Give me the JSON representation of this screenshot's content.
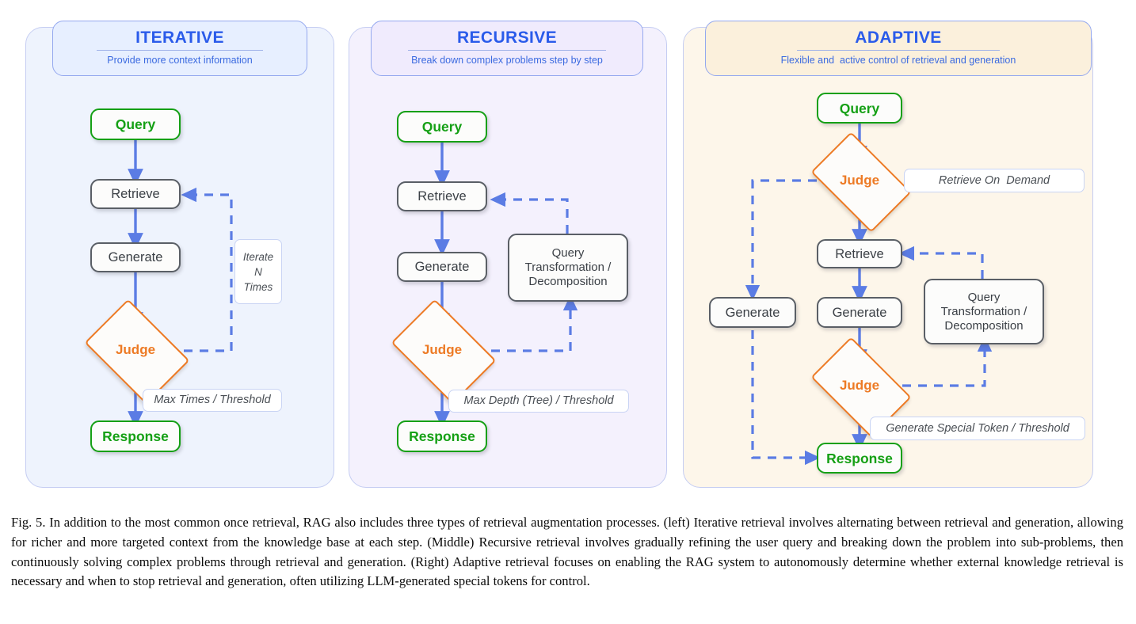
{
  "figure": {
    "caption_label": "Fig. 5.",
    "caption_text": "  In addition to the most common once retrieval, RAG also includes three types of retrieval augmentation processes. (left) Iterative retrieval involves alternating between retrieval and generation, allowing for richer and more targeted context from the knowledge base at each step. (Middle) Recursive retrieval involves gradually refining the user query and breaking down the problem into sub-problems, then continuously solving complex problems through retrieval and generation. (Right) Adaptive retrieval focuses on enabling the RAG system to autonomously determine whether external knowledge retrieval is necessary and when to stop retrieval and generation, often utilizing LLM-generated special tokens for control."
  },
  "colors": {
    "title_blue": "#2a5bea",
    "node_green": "#15a015",
    "judge_orange": "#ed7a24",
    "arrow_blue": "#5b7ce4",
    "node_gray": "#5a5f66",
    "panel_iterative_bg": "#eef3fd",
    "panel_recursive_bg": "#f4f1fd",
    "panel_adaptive_bg": "#fdf6ea"
  },
  "panels": [
    {
      "id": "iterative",
      "title": "ITERATIVE",
      "subtitle": "Provide more context information",
      "nodes": {
        "query": "Query",
        "retrieve": "Retrieve",
        "generate": "Generate",
        "judge": "Judge",
        "response": "Response"
      },
      "annotations": {
        "loop_line1": "Iterate",
        "loop_line2": "N",
        "loop_line3": "Times",
        "exit": "Max Times / Threshold"
      }
    },
    {
      "id": "recursive",
      "title": "RECURSIVE",
      "subtitle": "Break down complex problems step by step",
      "nodes": {
        "query": "Query",
        "retrieve": "Retrieve",
        "generate": "Generate",
        "judge": "Judge",
        "response": "Response",
        "transform_line1": "Query",
        "transform_line2": "Transformation /",
        "transform_line3": "Decomposition"
      },
      "annotations": {
        "exit": "Max Depth (Tree) / Threshold"
      }
    },
    {
      "id": "adaptive",
      "title": "ADAPTIVE",
      "subtitle": "Flexible and  active control of retrieval and generation",
      "nodes": {
        "query": "Query",
        "judge_top": "Judge",
        "retrieve": "Retrieve",
        "generate_left": "Generate",
        "generate_center": "Generate",
        "judge_bottom": "Judge",
        "response": "Response",
        "transform_line1": "Query",
        "transform_line2": "Transformation /",
        "transform_line3": "Decomposition"
      },
      "annotations": {
        "on_demand": "Retrieve On  Demand",
        "exit": "Generate Special Token / Threshold"
      }
    }
  ]
}
